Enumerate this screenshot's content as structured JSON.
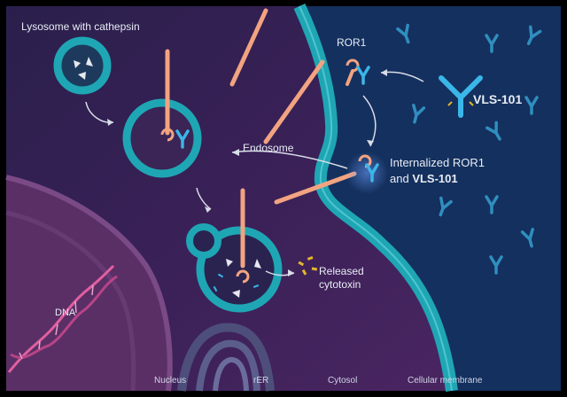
{
  "labels": {
    "lysosome": "Lysosome with cathepsin",
    "ror1": "ROR1",
    "vls_top": "VLS-101",
    "endosome": "Endosome",
    "internalized_line1": "Internalized ROR1",
    "internalized_and": "and ",
    "internalized_vls": "VLS-101",
    "released_line1": "Released",
    "released_line2": "cytotoxin",
    "dna": "DNA",
    "nucleus": "Nucleus",
    "rer": "rER",
    "cytosol": "Cytosol",
    "cellular_membrane": "Cellular membrane"
  },
  "colors": {
    "extracellular": "#14305e",
    "cytosol": "#3a1f55",
    "membrane": "#1fa6b4",
    "nucleus": "#5a2f66",
    "dna": "#d0589a",
    "rer": "#4d4f7a",
    "receptor": "#f2a380",
    "antibody": "#3bb6e8",
    "payload": "#e2b72a",
    "text": "#e8ecf4"
  }
}
